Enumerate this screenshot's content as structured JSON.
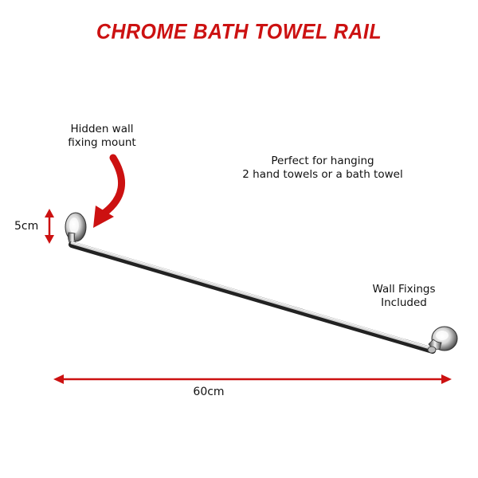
{
  "title": "CHROME BATH TOWEL RAIL",
  "callouts": {
    "hidden_mount": [
      "Hidden wall",
      "fixing mount"
    ],
    "perfect_for": [
      "Perfect for hanging",
      "2 hand towels or a bath towel"
    ],
    "wall_fixings": [
      "Wall Fixings",
      "Included"
    ]
  },
  "dimensions": {
    "height": "5cm",
    "width": "60cm"
  },
  "colors": {
    "accent": "#cc1111",
    "text": "#111111",
    "chrome_dark": "#2a2a2a",
    "chrome_light": "#f2f2f2"
  },
  "icons": {
    "curved_arrow": "curved-arrow-icon",
    "height_arrow": "double-arrow-vertical-icon",
    "width_arrow": "double-arrow-horizontal-icon"
  }
}
